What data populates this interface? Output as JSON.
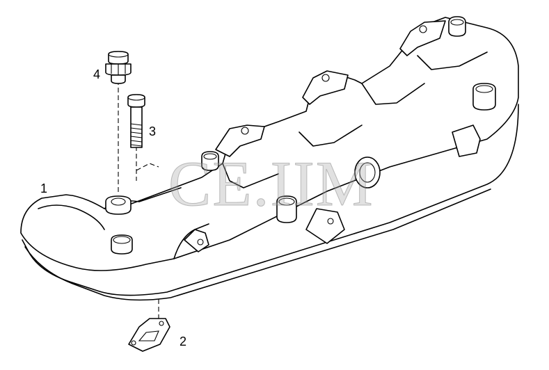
{
  "callouts": [
    {
      "id": "1",
      "label": "1"
    },
    {
      "id": "2",
      "label": "2"
    },
    {
      "id": "3",
      "label": "3"
    },
    {
      "id": "4",
      "label": "4"
    }
  ],
  "watermark": "CE.IIM",
  "colors": {
    "line": "#000000",
    "background": "#ffffff",
    "watermark": "#aaaaaa"
  }
}
